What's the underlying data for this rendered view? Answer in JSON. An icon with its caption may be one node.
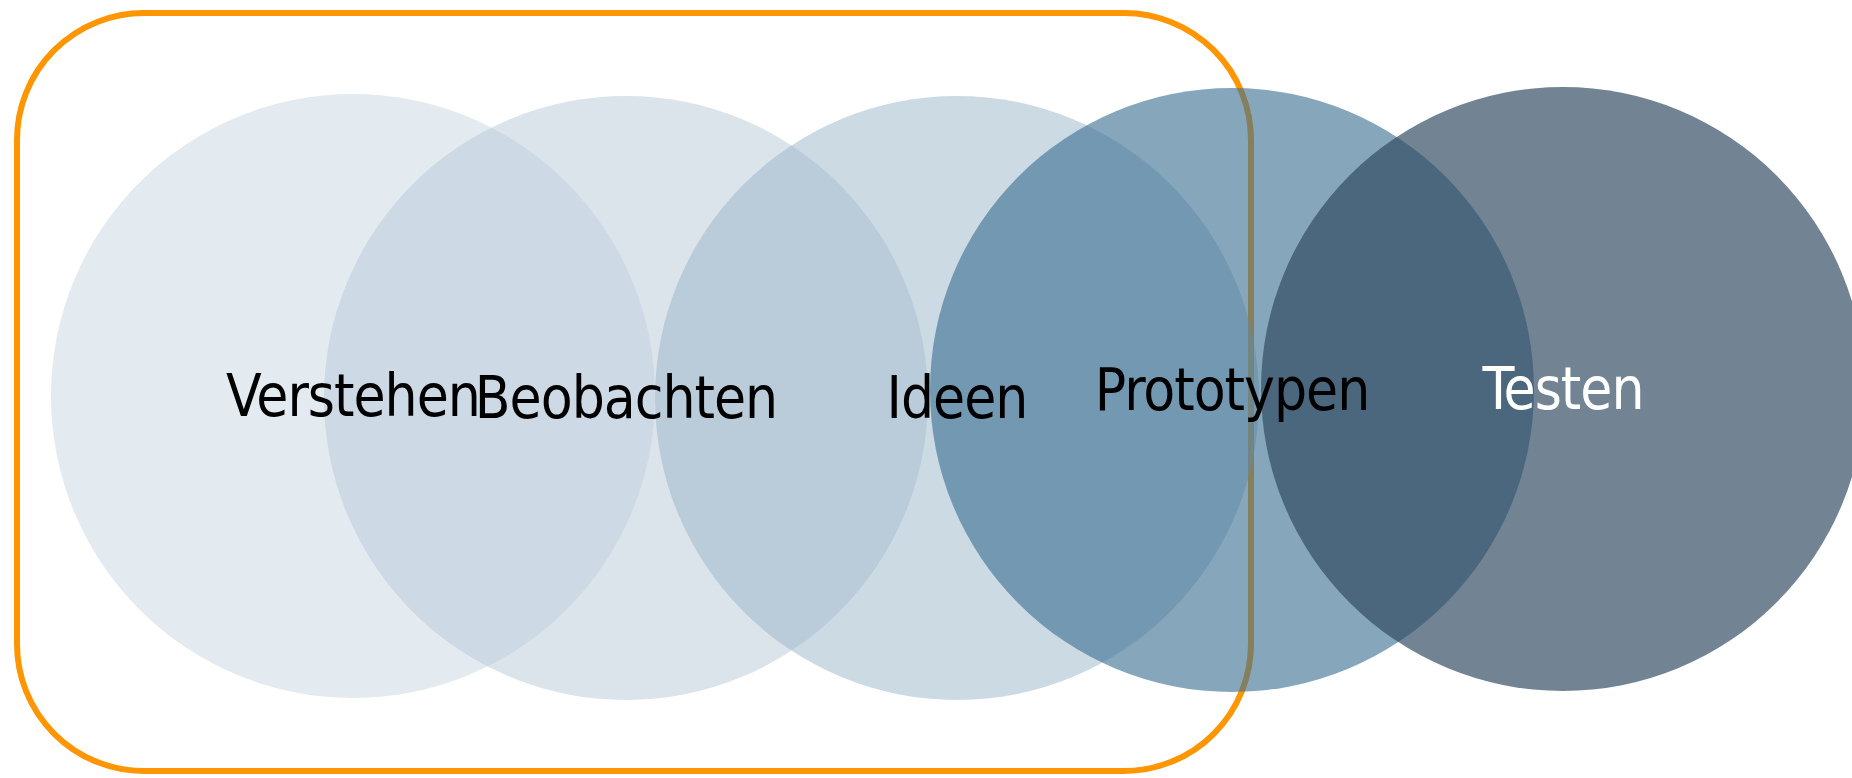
{
  "diagram": {
    "nodes": [
      {
        "text": [],
        "shape": "box"
      },
      {
        "text": [
          "Verstehen"
        ],
        "in": 0
      },
      {
        "text": [
          "Beobachten"
        ],
        "in": 0
      },
      {
        "text": [
          "Ideen"
        ],
        "in": 0
      },
      {
        "text": [
          "Prototypen"
        ]
      },
      {
        "text": [
          "Testen"
        ]
      }
    ]
  }
}
